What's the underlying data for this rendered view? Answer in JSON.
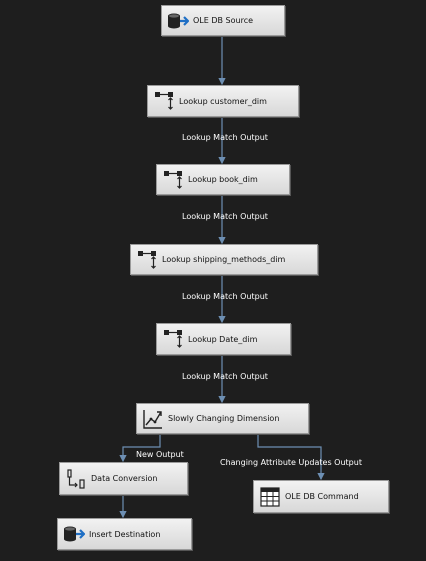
{
  "nodes": {
    "oledb_source": "OLE DB Source",
    "lookup_customer": "Lookup customer_dim",
    "lookup_book": "Lookup book_dim",
    "lookup_shipping": "Lookup shipping_methods_dim",
    "lookup_date": "Lookup Date_dim",
    "scd": "Slowly Changing Dimension",
    "data_conversion": "Data Conversion",
    "insert_destination": "Insert Destination",
    "oledb_command": "OLE DB Command"
  },
  "edges": {
    "match1": "Lookup Match Output",
    "match2": "Lookup Match Output",
    "match3": "Lookup Match Output",
    "match4": "Lookup Match Output",
    "new_output": "New Output",
    "changing_output": "Changing Attribute Updates Output"
  },
  "colors": {
    "background": "#1e1e1e",
    "connector": "#6d8fb3",
    "label": "#ffffff"
  },
  "icons": {
    "source": "database-arrow-icon",
    "lookup": "lookup-icon",
    "scd": "scd-icon",
    "conversion": "data-conversion-icon",
    "destination": "database-arrow-icon",
    "command": "table-command-icon"
  }
}
